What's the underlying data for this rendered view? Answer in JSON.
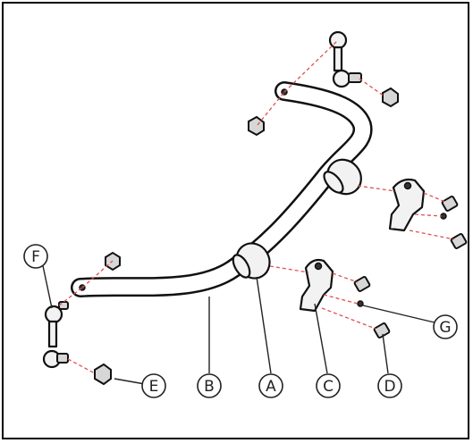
{
  "diagram": {
    "callouts": [
      {
        "id": "A",
        "text": "A"
      },
      {
        "id": "B",
        "text": "B"
      },
      {
        "id": "C",
        "text": "C"
      },
      {
        "id": "D",
        "text": "D"
      },
      {
        "id": "E",
        "text": "E"
      },
      {
        "id": "F",
        "text": "F"
      },
      {
        "id": "G",
        "text": "G"
      }
    ],
    "colors": {
      "line": "#111111",
      "leader_dash": "#e05050",
      "background": "#ffffff"
    }
  }
}
